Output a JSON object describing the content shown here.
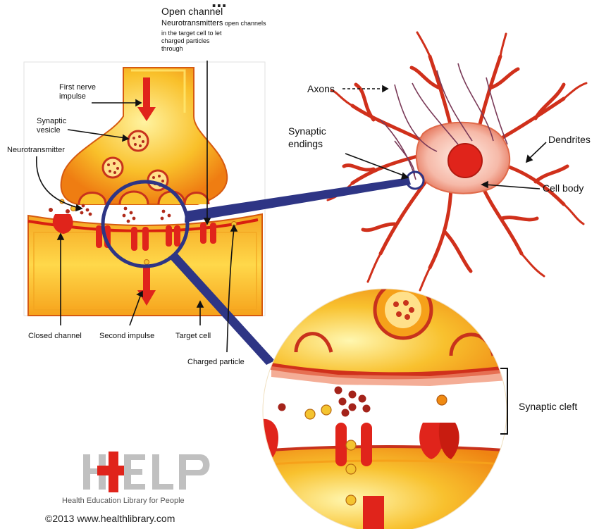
{
  "title_fragment": "...",
  "labels": {
    "open_channel": "Open channel",
    "open_channel_desc_strong": "Neurotransmitters",
    "open_channel_desc_rest": " open channels",
    "open_channel_desc_2": "in the target cell to let",
    "open_channel_desc_3": "charged particles",
    "open_channel_desc_4": "through",
    "first_nerve_impulse_1": "First nerve",
    "first_nerve_impulse_2": "impulse",
    "synaptic_vesicle_1": "Synaptic",
    "synaptic_vesicle_2": "vesicle",
    "neurotransmitter": "Neurotransmitter",
    "closed_channel": "Closed channel",
    "second_impulse": "Second impulse",
    "target_cell": "Target cell",
    "charged_particle": "Charged particle",
    "axons": "Axons",
    "synaptic_endings_1": "Synaptic",
    "synaptic_endings_2": "endings",
    "dendrites": "Dendrites",
    "cell_body": "Cell body",
    "synaptic_cleft": "Synaptic cleft"
  },
  "logo": {
    "text": "HELP",
    "tagline": "Health Education Library for People"
  },
  "copyright": "©2013 www.healthlibrary.com",
  "colors": {
    "neuron_yellow": "#f7b21a",
    "neuron_orange": "#f08a12",
    "channel_red": "#d81f10",
    "zoom_blue": "#2e3585",
    "dendrite_red": "#c8321c",
    "particle_yellow": "#f4c430"
  }
}
